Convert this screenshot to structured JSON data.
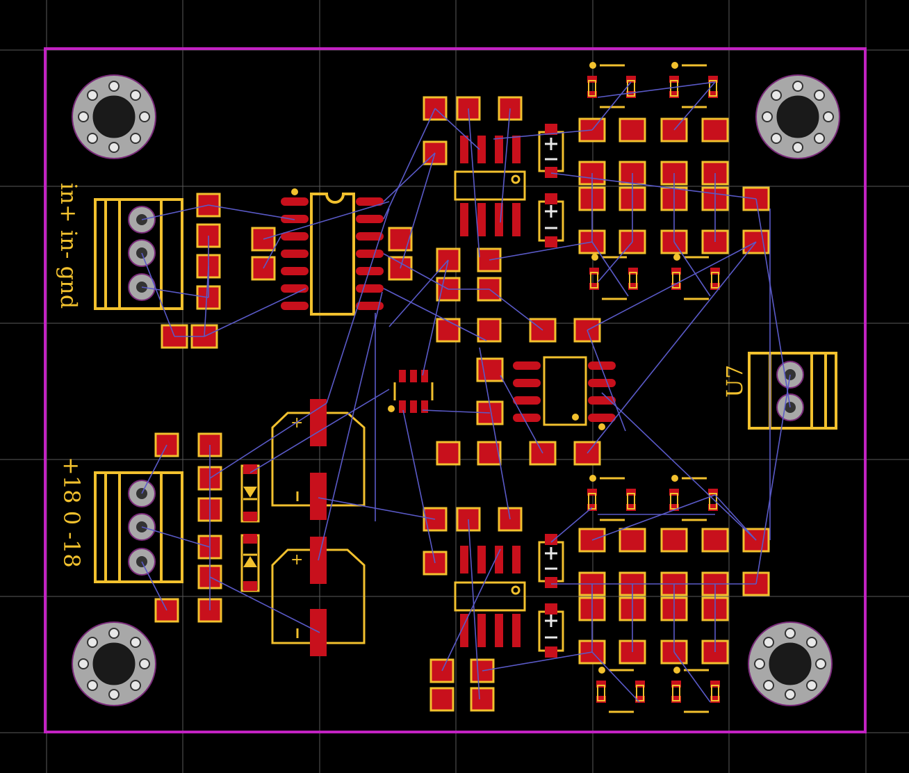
{
  "board": {
    "background": "#000000",
    "outline_color": "#c222c2",
    "copper_color": "#c8101c",
    "silk_color": "#f2c12e",
    "ratsnest_color": "#5a5ac8",
    "grid_color": "#5a5a5a"
  },
  "labels": {
    "input_connector": "in+ in- gnd",
    "power_connector": "+18 0 -18",
    "output_connector": "U7"
  },
  "icons": [
    "mounting-hole-icon",
    "diode-icon",
    "capacitor-polarity-icon",
    "pin1-marker-icon"
  ]
}
